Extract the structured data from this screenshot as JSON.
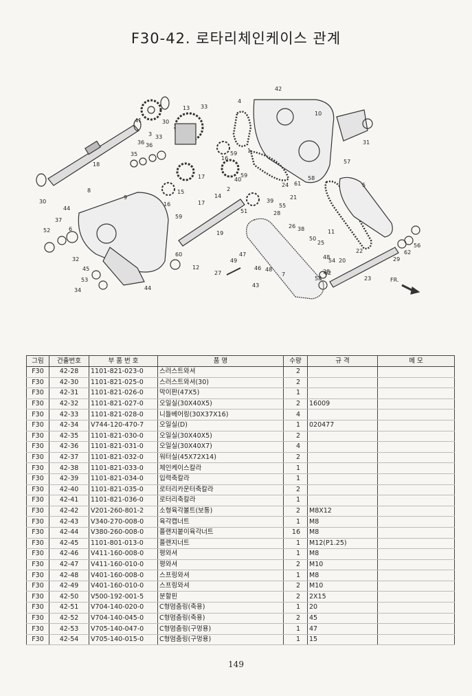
{
  "title": "F30-42. 로타리체인케이스 관계",
  "diagram_labels": [
    "42",
    "13",
    "33",
    "3",
    "30",
    "41",
    "36",
    "35",
    "1",
    "4",
    "10",
    "31",
    "57",
    "18",
    "36",
    "33",
    "59",
    "16",
    "40",
    "59",
    "61",
    "58",
    "5",
    "30",
    "44",
    "8",
    "9",
    "17",
    "16",
    "15",
    "59",
    "17",
    "14",
    "2",
    "51",
    "39",
    "24",
    "55",
    "21",
    "28",
    "26",
    "38",
    "11",
    "52",
    "37",
    "6",
    "32",
    "19",
    "50",
    "25",
    "48",
    "54",
    "20",
    "22",
    "29",
    "62",
    "56",
    "60",
    "12",
    "47",
    "49",
    "46",
    "27",
    "48",
    "43",
    "7",
    "28",
    "62",
    "58",
    "23",
    "45",
    "53",
    "34",
    "44",
    "FR."
  ],
  "table": {
    "headers": [
      "그림",
      "건출번호",
      "부 품 번 호",
      "품                    명",
      "수량",
      "규     격",
      "메     모"
    ],
    "rows": [
      {
        "fig": "F30",
        "ref": "42-28",
        "part": "1101-821-023-0",
        "name": "스러스트와셔",
        "qty": "2",
        "spec": ""
      },
      {
        "fig": "F30",
        "ref": "42-30",
        "part": "1101-821-025-0",
        "name": "스러스트와셔(30)",
        "qty": "2",
        "spec": ""
      },
      {
        "fig": "F30",
        "ref": "42-31",
        "part": "1101-821-026-0",
        "name": "막이판(47X5)",
        "qty": "1",
        "spec": ""
      },
      {
        "fig": "F30",
        "ref": "42-32",
        "part": "1101-821-027-0",
        "name": "오일실(30X40X5)",
        "qty": "2",
        "spec": "16009"
      },
      {
        "fig": "F30",
        "ref": "42-33",
        "part": "1101-821-028-0",
        "name": "니들베어링(30X37X16)",
        "qty": "4",
        "spec": ""
      },
      {
        "fig": "F30",
        "ref": "42-34",
        "part": "V744-120-470-7",
        "name": "오일실(D)",
        "qty": "1",
        "spec": "020477"
      },
      {
        "fig": "F30",
        "ref": "42-35",
        "part": "1101-821-030-0",
        "name": "오일실(30X40X5)",
        "qty": "2",
        "spec": ""
      },
      {
        "fig": "F30",
        "ref": "42-36",
        "part": "1101-821-031-0",
        "name": "오일실(30X40X7)",
        "qty": "4",
        "spec": ""
      },
      {
        "fig": "F30",
        "ref": "42-37",
        "part": "1101-821-032-0",
        "name": "워터실(45X72X14)",
        "qty": "2",
        "spec": ""
      },
      {
        "fig": "F30",
        "ref": "42-38",
        "part": "1101-821-033-0",
        "name": "체인케이스칼라",
        "qty": "1",
        "spec": ""
      },
      {
        "fig": "F30",
        "ref": "42-39",
        "part": "1101-821-034-0",
        "name": "입력축칼라",
        "qty": "1",
        "spec": ""
      },
      {
        "fig": "F30",
        "ref": "42-40",
        "part": "1101-821-035-0",
        "name": "로터리카운터축칼라",
        "qty": "2",
        "spec": ""
      },
      {
        "fig": "F30",
        "ref": "42-41",
        "part": "1101-821-036-0",
        "name": "로터리축칼라",
        "qty": "1",
        "spec": ""
      },
      {
        "fig": "F30",
        "ref": "42-42",
        "part": "V201-260-801-2",
        "name": "소형육각볼트(보통)",
        "qty": "2",
        "spec": "M8X12"
      },
      {
        "fig": "F30",
        "ref": "42-43",
        "part": "V340-270-008-0",
        "name": "육각캡너트",
        "qty": "1",
        "spec": "M8"
      },
      {
        "fig": "F30",
        "ref": "42-44",
        "part": "V380-260-008-0",
        "name": "플랜지붙이육각너트",
        "qty": "16",
        "spec": "M8"
      },
      {
        "fig": "F30",
        "ref": "42-45",
        "part": "1101-801-013-0",
        "name": "플랜지너트",
        "qty": "1",
        "spec": "M12(P1.25)"
      },
      {
        "fig": "F30",
        "ref": "42-46",
        "part": "V411-160-008-0",
        "name": "평와셔",
        "qty": "1",
        "spec": "M8"
      },
      {
        "fig": "F30",
        "ref": "42-47",
        "part": "V411-160-010-0",
        "name": "평와셔",
        "qty": "2",
        "spec": "M10"
      },
      {
        "fig": "F30",
        "ref": "42-48",
        "part": "V401-160-008-0",
        "name": "스프링와셔",
        "qty": "1",
        "spec": "M8"
      },
      {
        "fig": "F30",
        "ref": "42-49",
        "part": "V401-160-010-0",
        "name": "스프링와셔",
        "qty": "2",
        "spec": "M10"
      },
      {
        "fig": "F30",
        "ref": "42-50",
        "part": "V500-192-001-5",
        "name": "분할핀",
        "qty": "2",
        "spec": "2X15"
      },
      {
        "fig": "F30",
        "ref": "42-51",
        "part": "V704-140-020-0",
        "name": "C형멈춤링(축용)",
        "qty": "1",
        "spec": "20"
      },
      {
        "fig": "F30",
        "ref": "42-52",
        "part": "V704-140-045-0",
        "name": "C형멈춤링(축용)",
        "qty": "2",
        "spec": "45"
      },
      {
        "fig": "F30",
        "ref": "42-53",
        "part": "V705-140-047-0",
        "name": "C형멈춤링(구멍용)",
        "qty": "1",
        "spec": "47"
      },
      {
        "fig": "F30",
        "ref": "42-54",
        "part": "V705-140-015-0",
        "name": "C형멈춤링(구멍용)",
        "qty": "1",
        "spec": "15"
      }
    ]
  },
  "page_number": "149"
}
